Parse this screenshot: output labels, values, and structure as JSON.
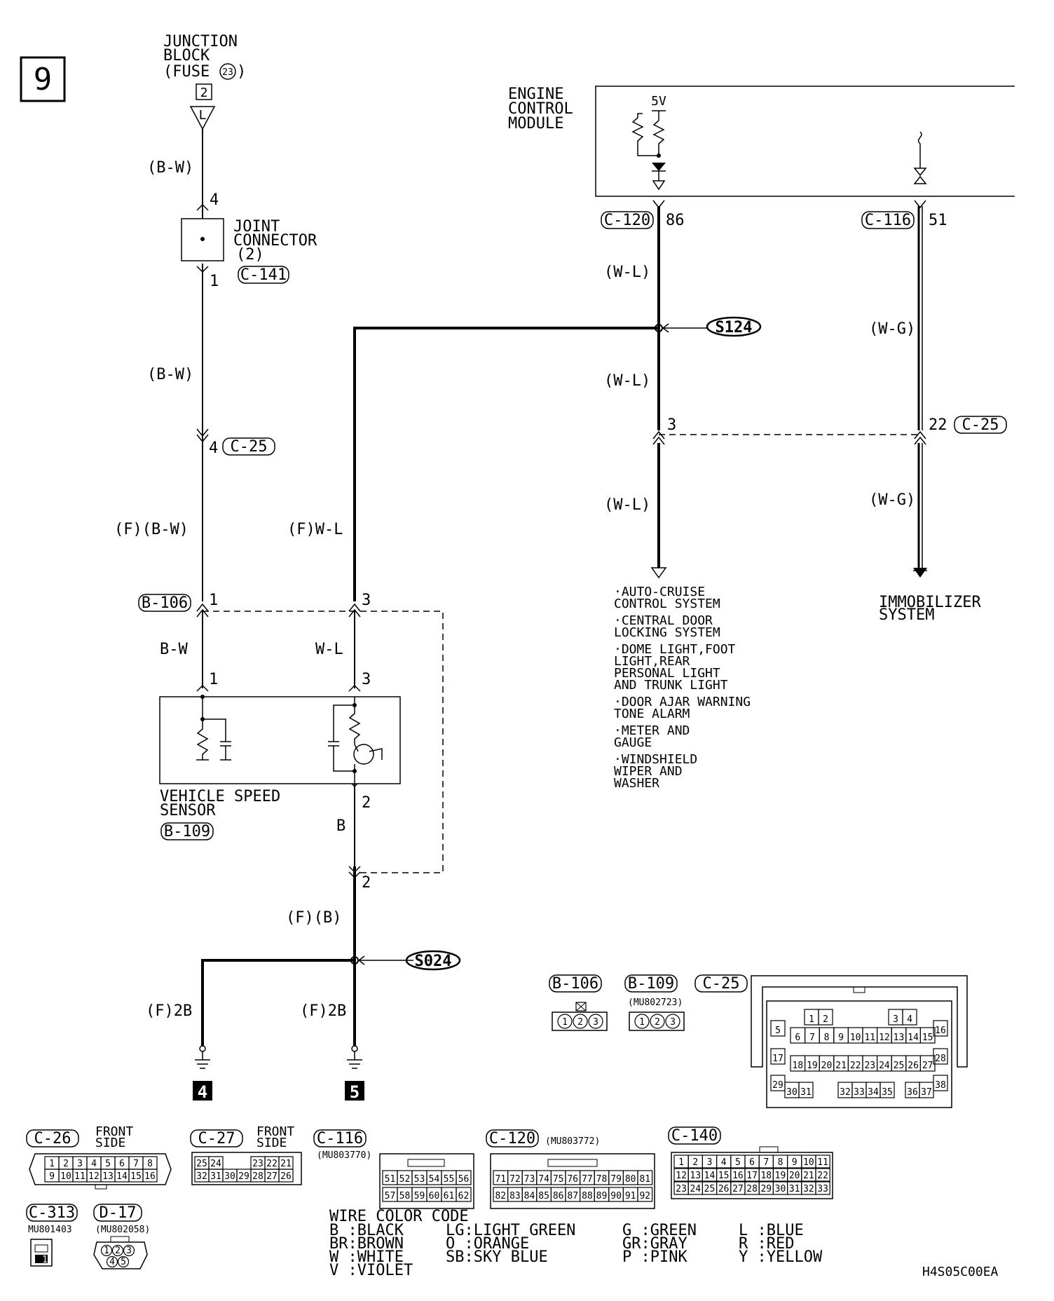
{
  "page_no": "9",
  "junction_block": {
    "l1": "JUNCTION",
    "l2": "BLOCK",
    "l3": "(FUSE",
    "fuse": "23",
    "l3end": ")",
    "terminal": "2",
    "pin": "L"
  },
  "ecm": {
    "l1": "ENGINE",
    "l2": "CONTROL",
    "l3": "MODULE",
    "voltage": "5V"
  },
  "joint_connector": {
    "l1": "JOINT",
    "l2": "CONNECTOR",
    "l3": "(2)",
    "conn": "C-141",
    "pin_top": "4",
    "pin_bot": "1"
  },
  "wires": {
    "bw1": "(B-W)",
    "bw2": "(B-W)",
    "fbw": "(F)(B-W)",
    "bw3": "B-W",
    "fwl": "(F)W-L",
    "wl": "W-L",
    "b": "B",
    "fb": "(F)(B)",
    "f2b1": "(F)2B",
    "f2b2": "(F)2B",
    "wl1": "(W-L)",
    "wl2": "(W-L)",
    "wl3": "(W-L)",
    "wg1": "(W-G)",
    "wg2": "(W-G)"
  },
  "connectors": {
    "c120": "C-120",
    "c120_pin": "86",
    "c116": "C-116",
    "c116_pin": "51",
    "c25a": "C-25",
    "c25a_pin": "4",
    "c25b": "C-25",
    "c25b_pin": "22",
    "c25_pin3": "3",
    "b106": "B-106",
    "b106_pin1": "1",
    "b106_pin3": "3",
    "vss_pin1": "1",
    "vss_pin3": "3",
    "vss_pin2": "2",
    "lower_pin2": "2"
  },
  "splices": {
    "s124": "S124",
    "s024": "S024"
  },
  "vss": {
    "l1": "VEHICLE SPEED",
    "l2": "SENSOR",
    "conn": "B-109"
  },
  "grounds": {
    "g4": "4",
    "g5": "5"
  },
  "systems_list": [
    [
      "·AUTO-CRUISE",
      " CONTROL SYSTEM"
    ],
    [
      "·CENTRAL DOOR",
      " LOCKING SYSTEM"
    ],
    [
      "·DOME LIGHT,FOOT",
      " LIGHT,REAR",
      " PERSONAL LIGHT",
      " AND TRUNK LIGHT"
    ],
    [
      "·DOOR AJAR WARNING",
      " TONE ALARM"
    ],
    [
      "·METER AND",
      " GAUGE"
    ],
    [
      "·WINDSHIELD",
      " WIPER AND",
      " WASHER"
    ]
  ],
  "immobilizer": {
    "l1": "IMMOBILIZER",
    "l2": "SYSTEM"
  },
  "connector_views": {
    "b106": {
      "label": "B-106",
      "pins": [
        "1",
        "2",
        "3"
      ]
    },
    "b109": {
      "label": "B-109",
      "part": "(MU802723)",
      "pins": [
        "1",
        "2",
        "3"
      ]
    },
    "c25": {
      "label": "C-25",
      "rows": [
        [
          "1",
          "2",
          "3",
          "4"
        ],
        [
          "5",
          "6",
          "7",
          "8",
          "9",
          "10",
          "11",
          "12",
          "13",
          "14",
          "15",
          "16"
        ],
        [
          "17",
          "18",
          "19",
          "20",
          "21",
          "22",
          "23",
          "24",
          "25",
          "26",
          "27",
          "28"
        ],
        [
          "29",
          "30",
          "31",
          "32",
          "33",
          "34",
          "35",
          "36",
          "37",
          "38"
        ]
      ]
    },
    "c26": {
      "label": "C-26",
      "note1": "FRONT",
      "note2": "SIDE",
      "row1": [
        "1",
        "2",
        "3",
        "4",
        "5",
        "6",
        "7",
        "8"
      ],
      "row2": [
        "9",
        "10",
        "11",
        "12",
        "13",
        "14",
        "15",
        "16"
      ]
    },
    "c27": {
      "label": "C-27",
      "note1": "FRONT",
      "note2": "SIDE",
      "row1": [
        "25",
        "24",
        "",
        "",
        "23",
        "22",
        "21"
      ],
      "row2": [
        "32",
        "31",
        "30",
        "29",
        "28",
        "27",
        "26"
      ]
    },
    "c116": {
      "label": "C-116",
      "part": "(MU803770)",
      "row1": [
        "51",
        "52",
        "53",
        "54",
        "55",
        "56"
      ],
      "row2": [
        "57",
        "58",
        "59",
        "60",
        "61",
        "62"
      ]
    },
    "c120": {
      "label": "C-120",
      "part": "(MU803772)",
      "row1": [
        "71",
        "72",
        "73",
        "74",
        "75",
        "76",
        "77",
        "78",
        "79",
        "80",
        "81"
      ],
      "row2": [
        "82",
        "83",
        "84",
        "85",
        "86",
        "87",
        "88",
        "89",
        "90",
        "91",
        "92"
      ]
    },
    "c140": {
      "label": "C-140",
      "row1": [
        "1",
        "2",
        "3",
        "4",
        "5",
        "6",
        "7",
        "8",
        "9",
        "10",
        "11"
      ],
      "row2": [
        "12",
        "13",
        "14",
        "15",
        "16",
        "17",
        "18",
        "19",
        "20",
        "21",
        "22"
      ],
      "row3": [
        "23",
        "24",
        "25",
        "26",
        "27",
        "28",
        "29",
        "30",
        "31",
        "32",
        "33"
      ]
    },
    "c313": {
      "label": "C-313",
      "part": "MU801403",
      "pins": [
        "1"
      ]
    },
    "d17": {
      "label": "D-17",
      "part": "(MU802058)",
      "pins": [
        "1",
        "2",
        "3",
        "4",
        "5"
      ]
    }
  },
  "wire_color_code": {
    "title": "WIRE COLOR CODE",
    "col1": [
      "B :BLACK",
      "BR:BROWN",
      "W :WHITE",
      "V :VIOLET"
    ],
    "col2": [
      "LG:LIGHT GREEN",
      "O :ORANGE",
      "SB:SKY BLUE"
    ],
    "col3": [
      "G :GREEN",
      "GR:GRAY",
      "P :PINK"
    ],
    "col4": [
      "L :BLUE",
      "R :RED",
      "Y :YELLOW"
    ]
  },
  "doc_code": "H4S05C00EA"
}
